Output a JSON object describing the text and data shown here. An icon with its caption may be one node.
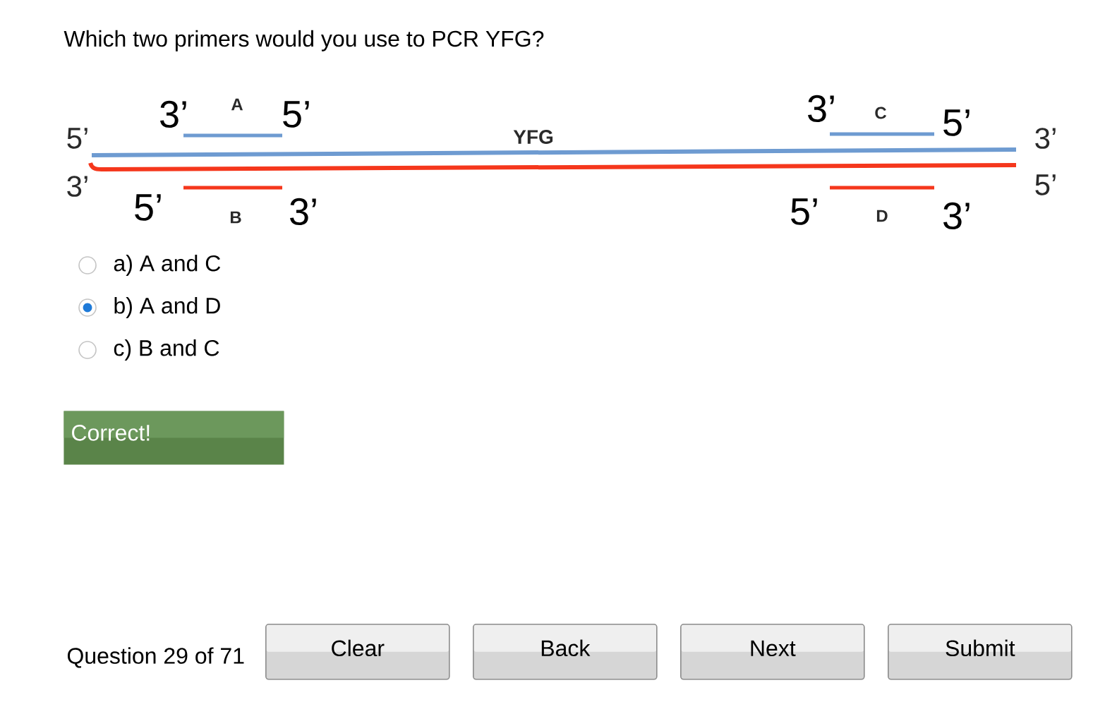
{
  "diagram": {
    "title": "Which two primers would you use to PCR YFG?",
    "nodes": [
      {
        "text": [
          "Correct!"
        ]
      },
      {
        "text": [
          "Clear"
        ]
      },
      {
        "text": [
          "Back"
        ]
      },
      {
        "text": [
          "Next"
        ]
      },
      {
        "text": [
          "Submit"
        ]
      }
    ],
    "labels": [
      "3’",
      "A",
      "5’",
      "3’",
      "C",
      "5’",
      "5’",
      "YFG",
      "3’",
      "3’",
      "5’",
      "5’",
      "B",
      "3’",
      "5’",
      "D",
      "3’",
      "a) A and C",
      "b) A and D",
      "c) B and C",
      "Question 29 of 71"
    ]
  }
}
